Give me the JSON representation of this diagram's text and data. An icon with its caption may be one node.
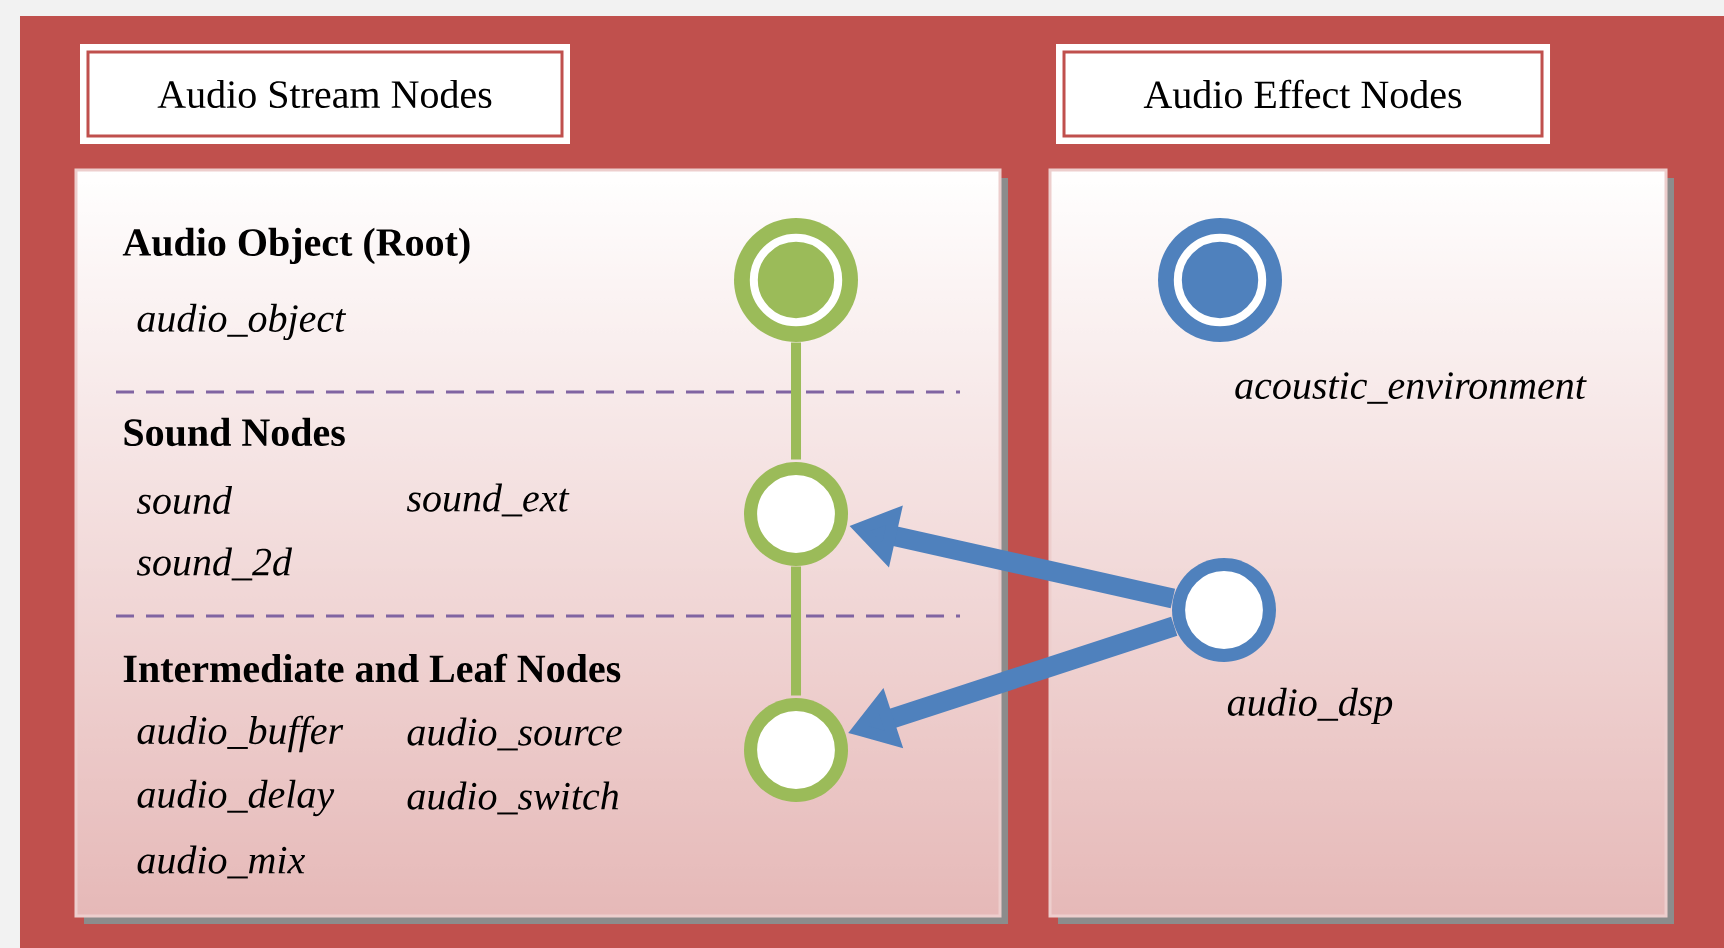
{
  "diagram": {
    "nodes": [
      {
        "text": [
          "Audio Stream Nodes"
        ]
      },
      {
        "text": [
          "Audio Effect Nodes"
        ]
      },
      {
        "text": [],
        "shape": "box"
      },
      {
        "text": [
          "Audio Object (Root)",
          "audio_object"
        ],
        "in": 2
      },
      {
        "text": [
          "Sound Nodes",
          "sound",
          "sound_ext",
          "sound_2d"
        ],
        "in": 2
      },
      {
        "text": [
          "Intermediate and Leaf Nodes",
          "audio_buffer",
          "audio_source",
          "audio_delay",
          "audio_switch",
          "audio_mix"
        ],
        "in": 2
      },
      {
        "text": [],
        "shape": "circle",
        "in": 2
      },
      {
        "text": [],
        "shape": "circle",
        "in": 2
      },
      {
        "text": [],
        "shape": "circle",
        "in": 2
      },
      {
        "text": [],
        "shape": "box"
      },
      {
        "text": [],
        "shape": "circle",
        "in": 9,
        "beside": [
          "acoustic_environment"
        ]
      },
      {
        "text": [],
        "shape": "circle",
        "in": 9,
        "beside": [
          "audio_dsp"
        ]
      }
    ],
    "edges": [
      {
        "from": 6,
        "to": 7,
        "arrow": "none",
        "color": "#9bbb59"
      },
      {
        "from": 7,
        "to": 8,
        "arrow": "none",
        "color": "#9bbb59"
      },
      {
        "from": 11,
        "to": 7,
        "arrow": "to",
        "style": "thick",
        "color": "#4f81bd"
      },
      {
        "from": 11,
        "to": 8,
        "arrow": "to",
        "style": "thick",
        "color": "#4f81bd"
      }
    ]
  }
}
